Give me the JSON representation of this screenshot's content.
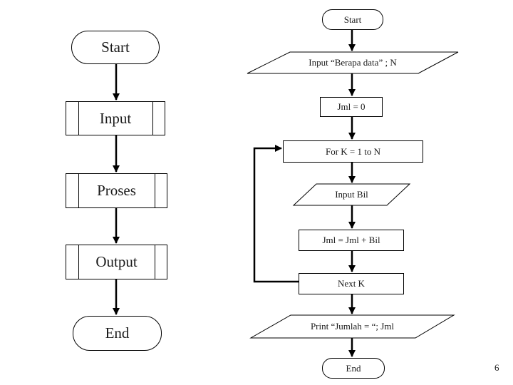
{
  "page": {
    "number": "6",
    "background_color": "#ffffff",
    "line_color": "#000000",
    "text_color": "#1a1a1a"
  },
  "left_flowchart": {
    "nodes": [
      {
        "id": "start",
        "type": "terminator",
        "label": "Start"
      },
      {
        "id": "input",
        "type": "predefined-process",
        "label": "Input"
      },
      {
        "id": "proses",
        "type": "predefined-process",
        "label": "Proses"
      },
      {
        "id": "output",
        "type": "predefined-process",
        "label": "Output"
      },
      {
        "id": "end",
        "type": "terminator",
        "label": "End"
      }
    ]
  },
  "right_flowchart": {
    "nodes": [
      {
        "id": "start",
        "type": "terminator",
        "label": "Start"
      },
      {
        "id": "input-n",
        "type": "input-output",
        "label": "Input “Berapa data” ; N"
      },
      {
        "id": "init-jml",
        "type": "process",
        "label": "Jml = 0"
      },
      {
        "id": "for-loop",
        "type": "process",
        "label": "For K = 1 to N"
      },
      {
        "id": "input-bil",
        "type": "input-output",
        "label": "Input Bil"
      },
      {
        "id": "sum",
        "type": "process",
        "label": "Jml = Jml + Bil"
      },
      {
        "id": "next-k",
        "type": "process",
        "label": "Next K"
      },
      {
        "id": "print",
        "type": "input-output",
        "label": "Print “Jumlah = “; Jml"
      },
      {
        "id": "end",
        "type": "terminator",
        "label": "End"
      }
    ]
  }
}
